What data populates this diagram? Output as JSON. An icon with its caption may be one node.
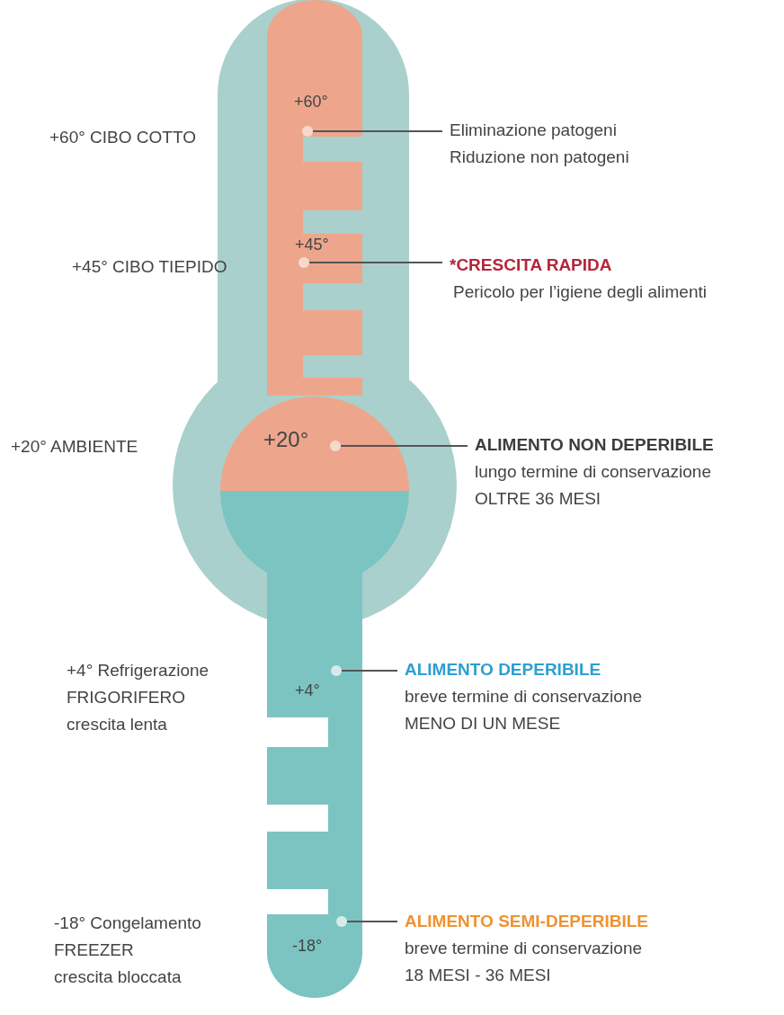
{
  "diagram": {
    "nodes": [
      {
        "text": [],
        "shape": "circle"
      },
      {
        "text": [
          "Eliminazione patogeni",
          "Riduzione non patogeni"
        ]
      },
      {
        "text": [],
        "shape": "circle"
      },
      {
        "text": [
          "*CRESCITA RAPIDA",
          "Pericolo per l’igiene degli alimenti"
        ]
      },
      {
        "text": [],
        "shape": "circle"
      },
      {
        "text": [
          "ALIMENTO NON DEPERIBILE",
          "lungo termine di conservazione",
          "OLTRE 36 MESI"
        ]
      },
      {
        "text": [],
        "shape": "circle"
      },
      {
        "text": [
          "ALIMENTO DEPERIBILE",
          "breve termine di conservazione",
          "MENO DI UN MESE"
        ]
      },
      {
        "text": [],
        "shape": "circle"
      },
      {
        "text": [
          "ALIMENTO SEMI-DEPERIBILE",
          "breve termine di conservazione",
          "18 MESI - 36 MESI"
        ]
      }
    ],
    "edges": [
      {
        "from": 0,
        "to": 1,
        "arrow": "none"
      },
      {
        "from": 2,
        "to": 3,
        "arrow": "none"
      },
      {
        "from": 4,
        "to": 5,
        "arrow": "none"
      },
      {
        "from": 6,
        "to": 7,
        "arrow": "none"
      },
      {
        "from": 8,
        "to": 9,
        "arrow": "none"
      }
    ],
    "labels": [
      "+60°",
      "+60° CIBO COTTO",
      "+45°",
      "+45° CIBO TIEPIDO",
      "+20° AMBIENTE",
      "+20°",
      "+4° Refrigerazione",
      "FRIGORIFERO",
      "+4°",
      "crescita lenta",
      "-18° Congelamento",
      "FREEZER",
      "-18°",
      "crescita bloccata"
    ]
  }
}
